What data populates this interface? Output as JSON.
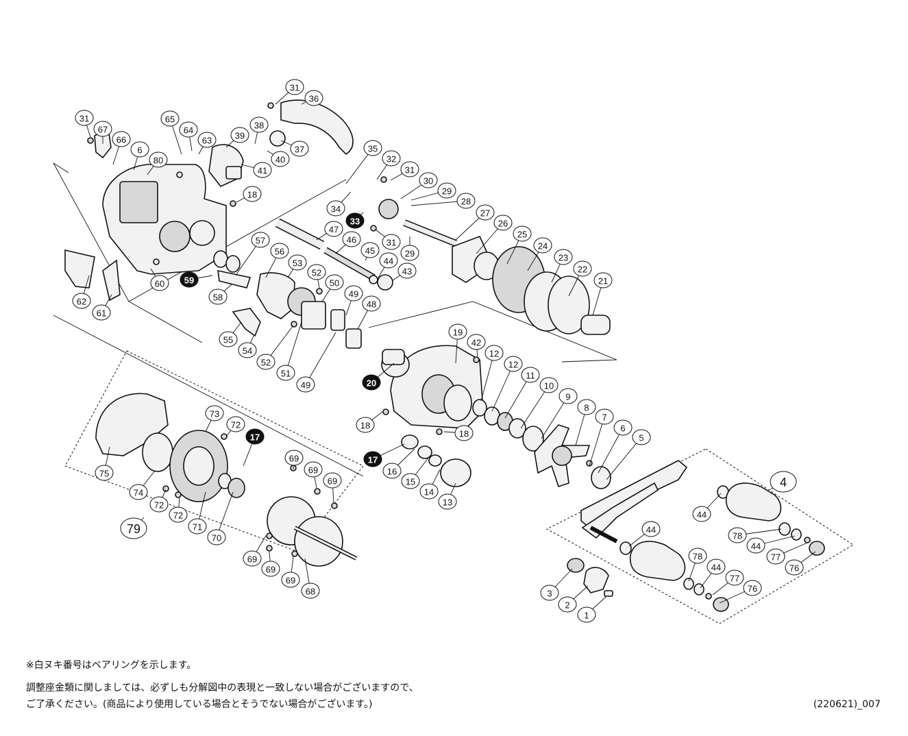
{
  "labels": [
    {
      "text": "31",
      "style": "outline"
    },
    {
      "text": "36",
      "style": "outline"
    },
    {
      "text": "31",
      "style": "outline"
    },
    {
      "text": "67",
      "style": "outline"
    },
    {
      "text": "66",
      "style": "outline"
    },
    {
      "text": "6",
      "style": "outline"
    },
    {
      "text": "80",
      "style": "outline"
    },
    {
      "text": "65",
      "style": "outline"
    },
    {
      "text": "64",
      "style": "outline"
    },
    {
      "text": "63",
      "style": "outline"
    },
    {
      "text": "39",
      "style": "outline"
    },
    {
      "text": "38",
      "style": "outline"
    },
    {
      "text": "37",
      "style": "outline"
    },
    {
      "text": "40",
      "style": "outline"
    },
    {
      "text": "41",
      "style": "outline"
    },
    {
      "text": "18",
      "style": "outline"
    },
    {
      "text": "35",
      "style": "outline"
    },
    {
      "text": "32",
      "style": "outline"
    },
    {
      "text": "31",
      "style": "outline"
    },
    {
      "text": "30",
      "style": "outline"
    },
    {
      "text": "29",
      "style": "outline"
    },
    {
      "text": "28",
      "style": "outline"
    },
    {
      "text": "34",
      "style": "outline"
    },
    {
      "text": "33",
      "style": "filled"
    },
    {
      "text": "27",
      "style": "outline"
    },
    {
      "text": "26",
      "style": "outline"
    },
    {
      "text": "25",
      "style": "outline"
    },
    {
      "text": "24",
      "style": "outline"
    },
    {
      "text": "23",
      "style": "outline"
    },
    {
      "text": "22",
      "style": "outline"
    },
    {
      "text": "21",
      "style": "outline"
    },
    {
      "text": "47",
      "style": "outline"
    },
    {
      "text": "46",
      "style": "outline"
    },
    {
      "text": "31",
      "style": "outline"
    },
    {
      "text": "45",
      "style": "outline"
    },
    {
      "text": "29",
      "style": "outline"
    },
    {
      "text": "44",
      "style": "outline"
    },
    {
      "text": "43",
      "style": "outline"
    },
    {
      "text": "57",
      "style": "outline"
    },
    {
      "text": "56",
      "style": "outline"
    },
    {
      "text": "53",
      "style": "outline"
    },
    {
      "text": "52",
      "style": "outline"
    },
    {
      "text": "50",
      "style": "outline"
    },
    {
      "text": "49",
      "style": "outline"
    },
    {
      "text": "48",
      "style": "outline"
    },
    {
      "text": "60",
      "style": "outline"
    },
    {
      "text": "59",
      "style": "filled"
    },
    {
      "text": "58",
      "style": "outline"
    },
    {
      "text": "62",
      "style": "outline"
    },
    {
      "text": "61",
      "style": "outline"
    },
    {
      "text": "55",
      "style": "outline"
    },
    {
      "text": "54",
      "style": "outline"
    },
    {
      "text": "52",
      "style": "outline"
    },
    {
      "text": "51",
      "style": "outline"
    },
    {
      "text": "49",
      "style": "outline"
    },
    {
      "text": "19",
      "style": "outline"
    },
    {
      "text": "42",
      "style": "outline"
    },
    {
      "text": "12",
      "style": "outline"
    },
    {
      "text": "12",
      "style": "outline"
    },
    {
      "text": "11",
      "style": "outline"
    },
    {
      "text": "10",
      "style": "outline"
    },
    {
      "text": "9",
      "style": "outline"
    },
    {
      "text": "8",
      "style": "outline"
    },
    {
      "text": "7",
      "style": "outline"
    },
    {
      "text": "6",
      "style": "outline"
    },
    {
      "text": "5",
      "style": "outline"
    },
    {
      "text": "20",
      "style": "filled"
    },
    {
      "text": "18",
      "style": "outline"
    },
    {
      "text": "18",
      "style": "outline"
    },
    {
      "text": "17",
      "style": "filled"
    },
    {
      "text": "16",
      "style": "outline"
    },
    {
      "text": "15",
      "style": "outline"
    },
    {
      "text": "14",
      "style": "outline"
    },
    {
      "text": "13",
      "style": "outline"
    },
    {
      "text": "73",
      "style": "outline"
    },
    {
      "text": "72",
      "style": "outline"
    },
    {
      "text": "17",
      "style": "filled"
    },
    {
      "text": "75",
      "style": "outline"
    },
    {
      "text": "74",
      "style": "outline"
    },
    {
      "text": "72",
      "style": "outline"
    },
    {
      "text": "72",
      "style": "outline"
    },
    {
      "text": "71",
      "style": "outline"
    },
    {
      "text": "70",
      "style": "outline"
    },
    {
      "text": "79",
      "style": "big"
    },
    {
      "text": "69",
      "style": "outline"
    },
    {
      "text": "69",
      "style": "outline"
    },
    {
      "text": "69",
      "style": "outline"
    },
    {
      "text": "69",
      "style": "outline"
    },
    {
      "text": "69",
      "style": "outline"
    },
    {
      "text": "69",
      "style": "outline"
    },
    {
      "text": "68",
      "style": "outline"
    },
    {
      "text": "4",
      "style": "big"
    },
    {
      "text": "44",
      "style": "outline"
    },
    {
      "text": "44",
      "style": "outline"
    },
    {
      "text": "78",
      "style": "outline"
    },
    {
      "text": "44",
      "style": "outline"
    },
    {
      "text": "77",
      "style": "outline"
    },
    {
      "text": "76",
      "style": "outline"
    },
    {
      "text": "78",
      "style": "outline"
    },
    {
      "text": "44",
      "style": "outline"
    },
    {
      "text": "77",
      "style": "outline"
    },
    {
      "text": "76",
      "style": "outline"
    },
    {
      "text": "3",
      "style": "outline"
    },
    {
      "text": "2",
      "style": "outline"
    },
    {
      "text": "1",
      "style": "outline"
    }
  ],
  "notes": {
    "line1": "※白ヌキ番号はベアリングを示します。",
    "line2": "調整座金類に関しましては、必ずしも分解図中の表現と一致しない場合がございますので、",
    "line3": "ご了承ください。(商品により使用している場合とそうでない場合がございます。)",
    "doc_id": "(220621)_007"
  }
}
